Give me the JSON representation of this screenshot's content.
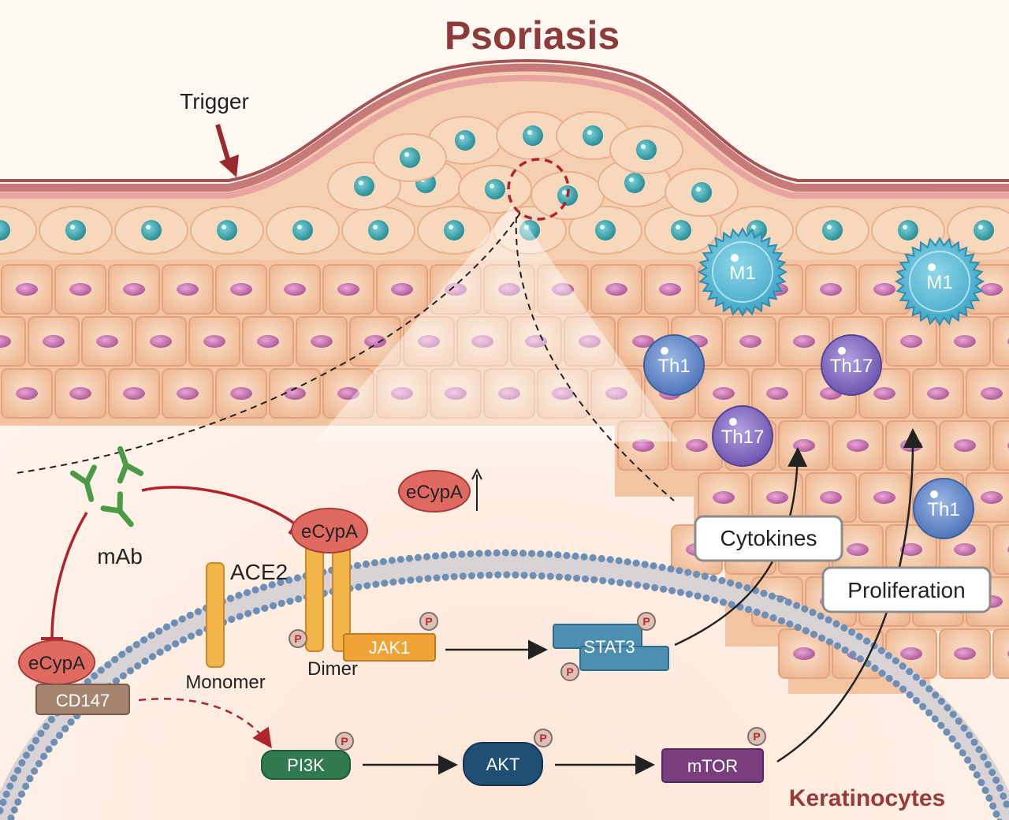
{
  "title": "Psoriasis",
  "trigger": "Trigger",
  "immune_cells": {
    "m1": "M1",
    "th1": "Th1",
    "th17": "Th17"
  },
  "labels": {
    "mab": "mAb",
    "ecypa": "eCypA",
    "ace2": "ACE2",
    "monomer": "Monomer",
    "dimer": "Dimer",
    "cd147": "CD147",
    "jak1": "JAK1",
    "stat3": "STAT3",
    "pi3k": "PI3K",
    "akt": "AKT",
    "mtor": "mTOR",
    "phospho": "P",
    "keratinocytes": "Keratinocytes"
  },
  "boxes": {
    "cytokines": "Cytokines",
    "proliferation": "Proliferation"
  },
  "colors": {
    "title": "#8c3a3a",
    "inhibit": "#b0242c",
    "skin_cell": "#f4c9a8",
    "membrane_head": "#6e8fb5"
  }
}
